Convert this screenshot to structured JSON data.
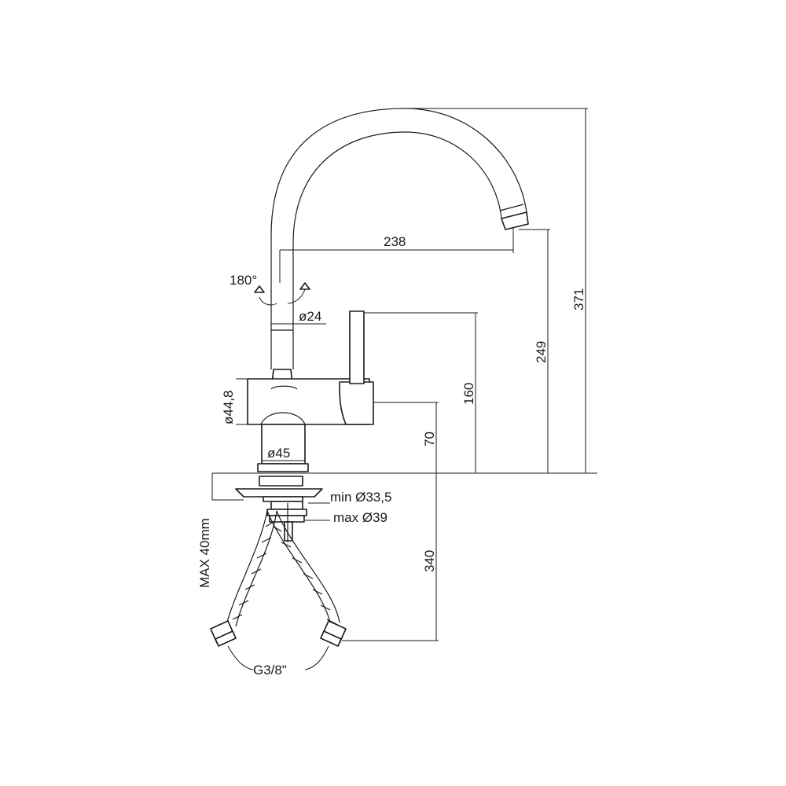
{
  "labels": {
    "rotation": "180°",
    "spout_diameter": "ø24",
    "body_diameter": "ø44,8",
    "base_diameter": "ø45",
    "hole_min": "min Ø33,5",
    "hole_max": "max Ø39",
    "max_thickness": "MAX 40mm",
    "connection": "G3/8\""
  },
  "dimensions": {
    "spout_reach": "238",
    "total_height": "371",
    "spout_height": "249",
    "lever_height": "160",
    "body_height": "70",
    "hose_length": "340"
  },
  "colors": {
    "line": "#1a1a1a",
    "background": "#ffffff"
  }
}
